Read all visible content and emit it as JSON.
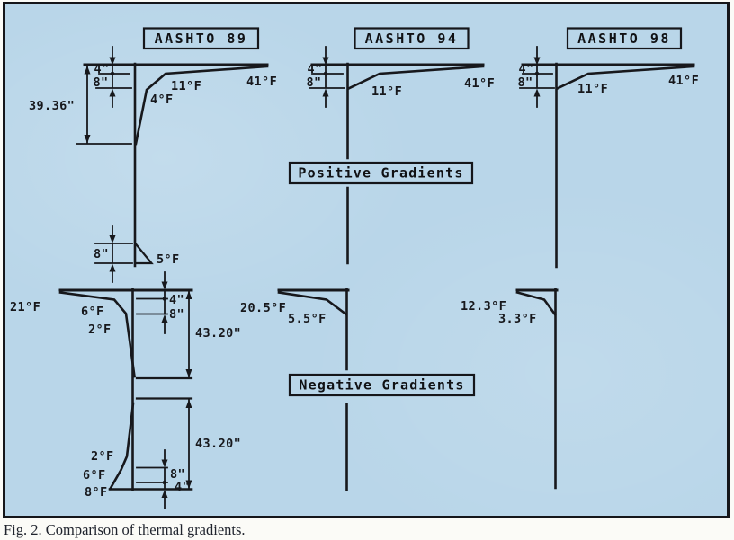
{
  "caption": "Fig. 2. Comparison of thermal gradients.",
  "section_labels": {
    "positive": "Positive Gradients",
    "negative": "Negative Gradients"
  },
  "colors": {
    "background_blue": "#b9d6e9",
    "line": "#17181c",
    "caption_text": "#20242e"
  },
  "columns": {
    "aashto89": {
      "title": "AASHTO 89",
      "positive": {
        "temp_surface": "41°F",
        "temp_kink1": "11°F",
        "temp_kink2": "4°F",
        "temp_bottom": "5°F",
        "dim_top_4": "4\"",
        "dim_top_8": "8\"",
        "dim_depth": "39.36\"",
        "dim_bottom_8": "8\""
      },
      "negative": {
        "temp_surface": "21°F",
        "temp_kink1": "6°F",
        "temp_kink2": "2°F",
        "temp_bottom_kink2": "2°F",
        "temp_bottom_kink1": "6°F",
        "temp_bottom": "8°F",
        "dim_top_4": "4\"",
        "dim_top_8": "8\"",
        "dim_upper_depth": "43.20\"",
        "dim_lower_depth": "43.20\"",
        "dim_bottom_8": "8\"",
        "dim_bottom_4": "4\""
      }
    },
    "aashto94": {
      "title": "AASHTO 94",
      "positive": {
        "temp_surface": "41°F",
        "temp_kink1": "11°F",
        "dim_top_4": "4\"",
        "dim_top_8": "8\""
      },
      "negative": {
        "temp_surface": "20.5°F",
        "temp_kink1": "5.5°F"
      }
    },
    "aashto98": {
      "title": "AASHTO 98",
      "positive": {
        "temp_surface": "41°F",
        "temp_kink1": "11°F",
        "dim_top_4": "4\"",
        "dim_top_8": "8\""
      },
      "negative": {
        "temp_surface": "12.3°F",
        "temp_kink1": "3.3°F"
      }
    }
  }
}
